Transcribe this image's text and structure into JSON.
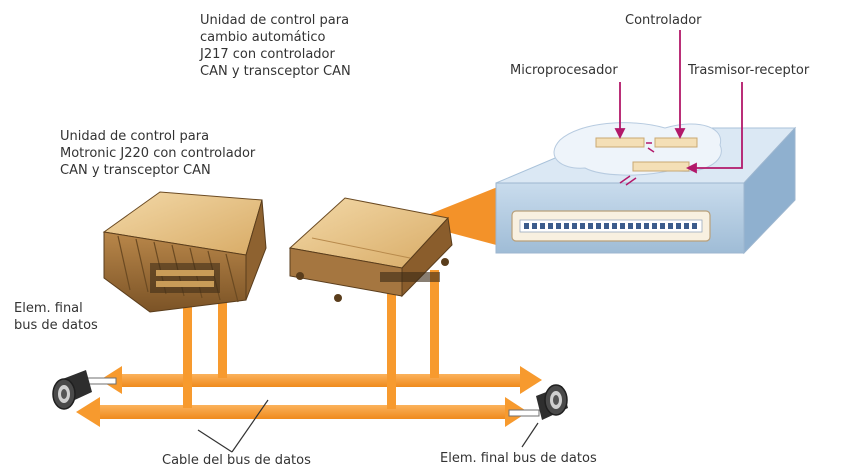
{
  "labels": {
    "tcu": "Unidad de control para\ncambio automático\nJ217 con controlador\nCAN y transceptor CAN",
    "ecu": "Unidad de control para\nMotronic J220 con controlador\nCAN y transceptor CAN",
    "microprocesador": "Microprocesador",
    "controlador": "Controlador",
    "transceptor": "Trasmisor-receptor",
    "terminal_left": "Elem. final\nbus de datos",
    "terminal_right": "Elem. final bus de datos",
    "cable": "Cable del bus de datos"
  },
  "colors": {
    "bus_orange": "#f79a2e",
    "callout_orange": "#f28c1e",
    "pointer_magenta": "#b2186a",
    "chip_top": "#d8e6f3",
    "chip_side": "#aec8e0",
    "module_tan": "#d6a968",
    "text": "#333333"
  },
  "icons": {
    "ecu": "engine-control-unit-icon",
    "tcu": "transmission-control-unit-icon",
    "terminal": "bus-terminal-resistor-icon"
  }
}
